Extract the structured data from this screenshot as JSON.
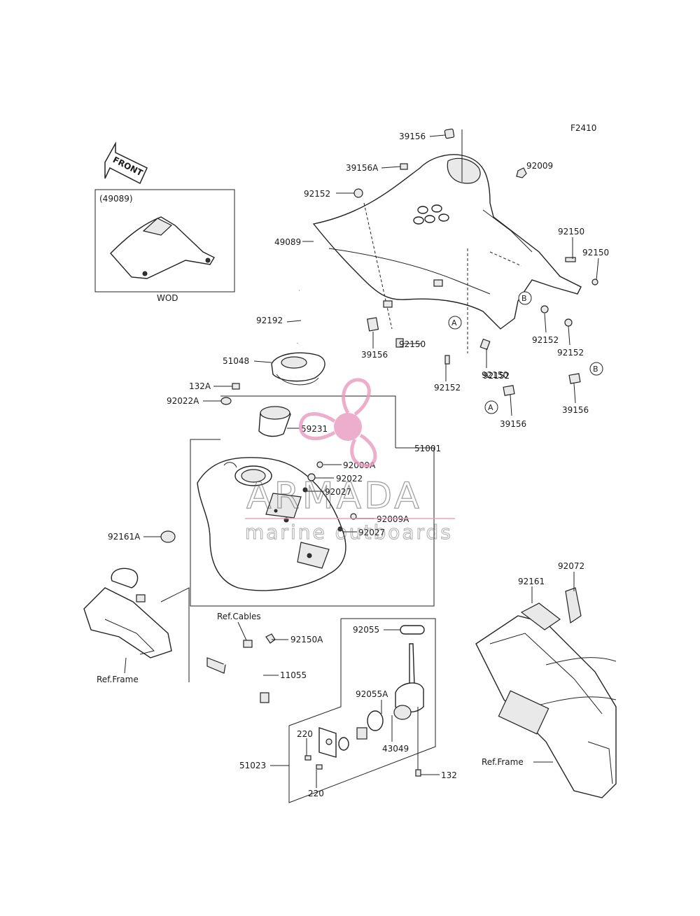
{
  "figure_code": "F2410",
  "front_label": "FRONT",
  "inset": {
    "part_ref": "(49089)",
    "variant": "WOD"
  },
  "ref_labels": {
    "cables": "Ref.Cables",
    "frame_left": "Ref.Frame",
    "frame_right": "Ref.Frame"
  },
  "callouts": {
    "A": "A",
    "B": "B"
  },
  "part_numbers": [
    "39156",
    "39156A",
    "92009",
    "92152",
    "49089",
    "92150",
    "92150",
    "92150",
    "92192",
    "39156",
    "92150",
    "51048",
    "92152",
    "92152",
    "92152",
    "132A",
    "92022A",
    "92152",
    "39156",
    "39156",
    "59231",
    "51001",
    "92009A",
    "92022",
    "92027",
    "92009A",
    "92027",
    "92161A",
    "92072",
    "92161",
    "92055",
    "92150A",
    "11055",
    "92055A",
    "220",
    "43049",
    "51023",
    "132",
    "220"
  ],
  "watermark": {
    "brand": "ARMADA",
    "tagline": "marine outboards",
    "accent_color": "#e89bbd"
  }
}
